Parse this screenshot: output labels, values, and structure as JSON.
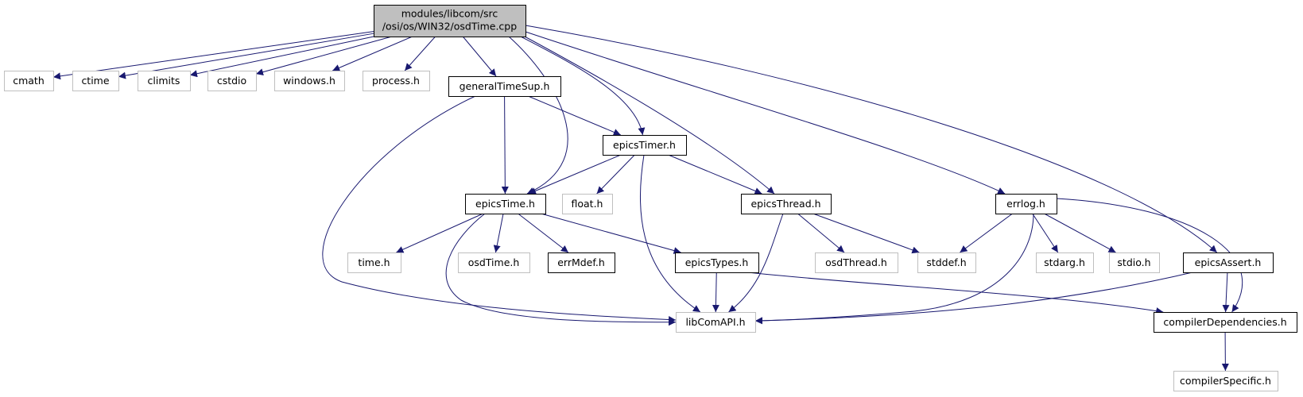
{
  "colors": {
    "edge": "#191970",
    "root_fill": "#bfbfbf",
    "documented_border": "#000000",
    "undocumented_border": "#bfbfbf",
    "background": "#ffffff",
    "label_text": "#000000"
  },
  "root": {
    "id": "root",
    "label_lines": [
      "modules/libcom/src",
      "/osi/os/WIN32/osdTime.cpp"
    ]
  },
  "nodes": [
    {
      "id": "cmath",
      "label": "cmath",
      "documented": false
    },
    {
      "id": "ctime",
      "label": "ctime",
      "documented": false
    },
    {
      "id": "climits",
      "label": "climits",
      "documented": false
    },
    {
      "id": "cstdio",
      "label": "cstdio",
      "documented": false
    },
    {
      "id": "windows_h",
      "label": "windows.h",
      "documented": false
    },
    {
      "id": "process_h",
      "label": "process.h",
      "documented": false
    },
    {
      "id": "generalTimeSup_h",
      "label": "generalTimeSup.h",
      "documented": true
    },
    {
      "id": "epicsTimer_h",
      "label": "epicsTimer.h",
      "documented": true
    },
    {
      "id": "epicsTime_h",
      "label": "epicsTime.h",
      "documented": true
    },
    {
      "id": "float_h",
      "label": "float.h",
      "documented": false
    },
    {
      "id": "epicsThread_h",
      "label": "epicsThread.h",
      "documented": true
    },
    {
      "id": "errlog_h",
      "label": "errlog.h",
      "documented": true
    },
    {
      "id": "time_h",
      "label": "time.h",
      "documented": false
    },
    {
      "id": "osdTime_h",
      "label": "osdTime.h",
      "documented": false
    },
    {
      "id": "errMdef_h",
      "label": "errMdef.h",
      "documented": true
    },
    {
      "id": "epicsTypes_h",
      "label": "epicsTypes.h",
      "documented": true
    },
    {
      "id": "osdThread_h",
      "label": "osdThread.h",
      "documented": false
    },
    {
      "id": "stddef_h",
      "label": "stddef.h",
      "documented": false
    },
    {
      "id": "stdarg_h",
      "label": "stdarg.h",
      "documented": false
    },
    {
      "id": "stdio_h",
      "label": "stdio.h",
      "documented": false
    },
    {
      "id": "epicsAssert_h",
      "label": "epicsAssert.h",
      "documented": true
    },
    {
      "id": "libComAPI_h",
      "label": "libComAPI.h",
      "documented": false
    },
    {
      "id": "compilerDependencies_h",
      "label": "compilerDependencies.h",
      "documented": true
    },
    {
      "id": "compilerSpecific_h",
      "label": "compilerSpecific.h",
      "documented": false
    }
  ],
  "edges": [
    [
      "root",
      "cmath"
    ],
    [
      "root",
      "ctime"
    ],
    [
      "root",
      "climits"
    ],
    [
      "root",
      "cstdio"
    ],
    [
      "root",
      "windows_h"
    ],
    [
      "root",
      "process_h"
    ],
    [
      "root",
      "generalTimeSup_h"
    ],
    [
      "root",
      "epicsTime_h"
    ],
    [
      "root",
      "epicsTimer_h"
    ],
    [
      "root",
      "epicsThread_h"
    ],
    [
      "root",
      "errlog_h"
    ],
    [
      "root",
      "epicsAssert_h"
    ],
    [
      "generalTimeSup_h",
      "epicsTime_h"
    ],
    [
      "generalTimeSup_h",
      "epicsTimer_h"
    ],
    [
      "generalTimeSup_h",
      "libComAPI_h"
    ],
    [
      "epicsTimer_h",
      "epicsTime_h"
    ],
    [
      "epicsTimer_h",
      "float_h"
    ],
    [
      "epicsTimer_h",
      "epicsThread_h"
    ],
    [
      "epicsTimer_h",
      "libComAPI_h"
    ],
    [
      "epicsTime_h",
      "time_h"
    ],
    [
      "epicsTime_h",
      "osdTime_h"
    ],
    [
      "epicsTime_h",
      "errMdef_h"
    ],
    [
      "epicsTime_h",
      "epicsTypes_h"
    ],
    [
      "epicsTime_h",
      "libComAPI_h"
    ],
    [
      "epicsTypes_h",
      "libComAPI_h"
    ],
    [
      "epicsTypes_h",
      "compilerDependencies_h"
    ],
    [
      "epicsThread_h",
      "osdThread_h"
    ],
    [
      "epicsThread_h",
      "stddef_h"
    ],
    [
      "epicsThread_h",
      "libComAPI_h"
    ],
    [
      "errlog_h",
      "stddef_h"
    ],
    [
      "errlog_h",
      "stdarg_h"
    ],
    [
      "errlog_h",
      "stdio_h"
    ],
    [
      "errlog_h",
      "libComAPI_h"
    ],
    [
      "errlog_h",
      "compilerDependencies_h"
    ],
    [
      "epicsAssert_h",
      "libComAPI_h"
    ],
    [
      "epicsAssert_h",
      "compilerDependencies_h"
    ],
    [
      "compilerDependencies_h",
      "compilerSpecific_h"
    ]
  ]
}
